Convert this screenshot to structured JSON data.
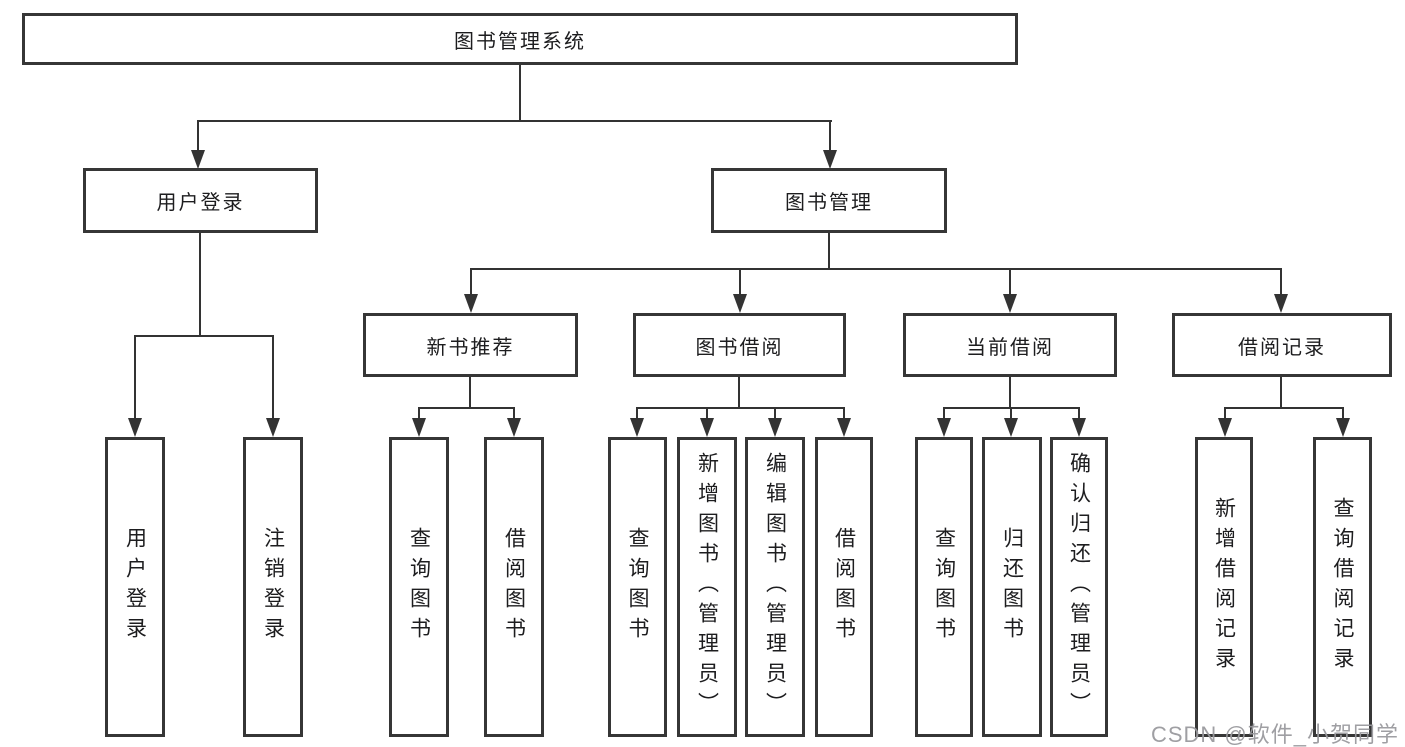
{
  "nodes": {
    "root": "图书管理系统",
    "user_login_group": "用户登录",
    "book_management": "图书管理",
    "new_book_recommend": "新书推荐",
    "book_borrowing": "图书借阅",
    "current_borrowing": "当前借阅",
    "borrowing_records": "借阅记录",
    "user_login": "用户登录",
    "logout_login": "注销登录",
    "nbr_query_books": "查询图书",
    "nbr_borrow_books": "借阅图书",
    "bb_query_books": "查询图书",
    "bb_add_books_admin": "新增图书（管理员）",
    "bb_edit_books_admin": "编辑图书（管理员）",
    "bb_borrow_books": "借阅图书",
    "cb_query_books": "查询图书",
    "cb_return_books": "归还图书",
    "cb_confirm_return_admin": "确认归还（管理员）",
    "br_add_record": "新增借阅记录",
    "br_query_record": "查询借阅记录"
  },
  "hierarchy": {
    "图书管理系统": {
      "用户登录": [
        "用户登录",
        "注销登录"
      ],
      "图书管理": {
        "新书推荐": [
          "查询图书",
          "借阅图书"
        ],
        "图书借阅": [
          "查询图书",
          "新增图书（管理员）",
          "编辑图书（管理员）",
          "借阅图书"
        ],
        "当前借阅": [
          "查询图书",
          "归还图书",
          "确认归还（管理员）"
        ],
        "借阅记录": [
          "新增借阅记录",
          "查询借阅记录"
        ]
      }
    }
  },
  "colors": {
    "line": "#333333",
    "box_border": "#363636",
    "text": "#1d1d1f",
    "watermark": "#9a9a9e",
    "background": "#ffffff"
  },
  "watermark": "CSDN @软件_小贺同学"
}
